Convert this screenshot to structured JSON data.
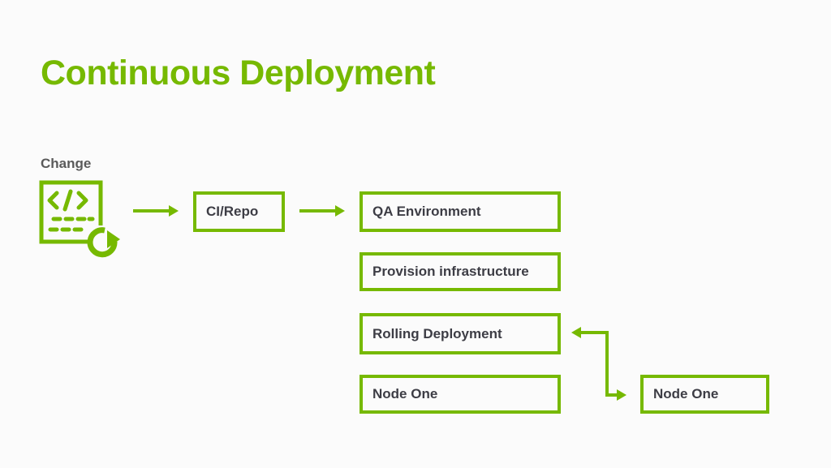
{
  "title": "Continuous Deployment",
  "change": {
    "label": "Change",
    "icon": "code-change-icon"
  },
  "nodes": {
    "ci_repo": "CI/Repo",
    "qa_environment": "QA Environment",
    "provision_infrastructure": "Provision infrastructure",
    "rolling_deployment": "Rolling Deployment",
    "node_one_left": "Node One",
    "node_one_right": "Node One"
  },
  "colors": {
    "accent": "#76b900",
    "label_text": "#3d3d45",
    "background": "#fbfbfb"
  }
}
